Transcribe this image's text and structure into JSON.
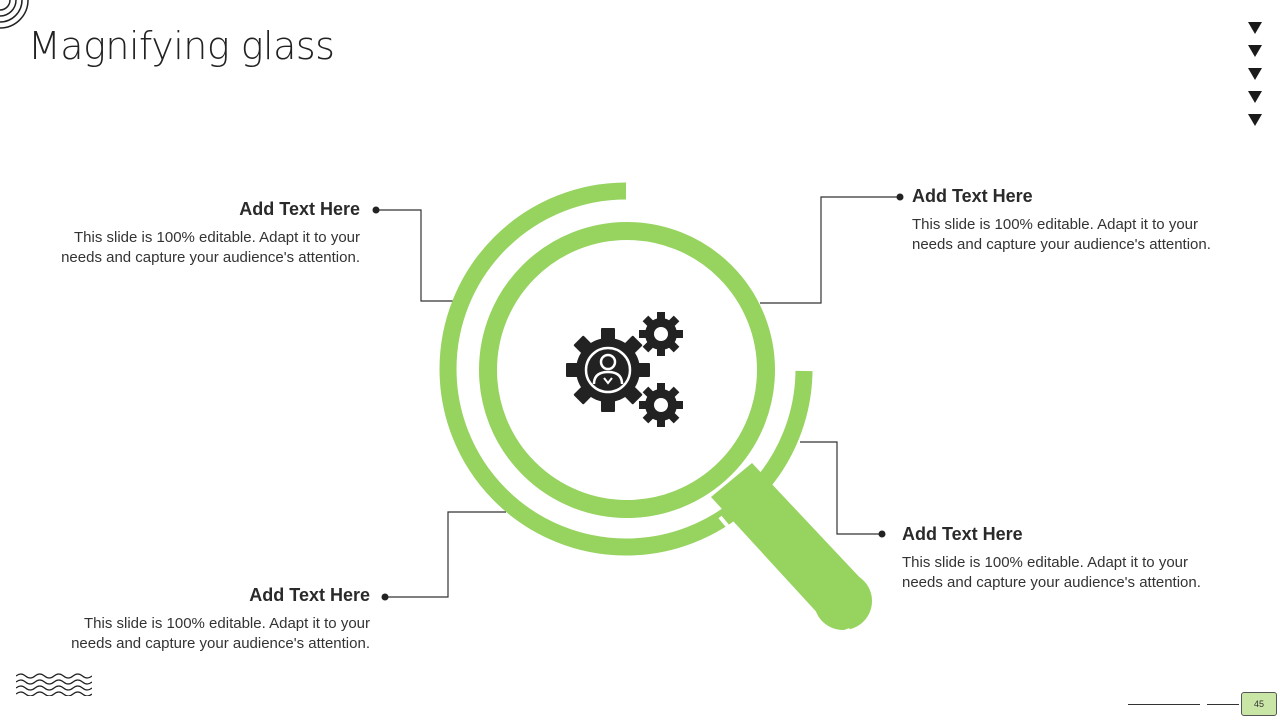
{
  "slide": {
    "title": "Magnifying glass",
    "page_number": "45"
  },
  "callouts": [
    {
      "heading": "Add Text Here",
      "body": "This slide is 100% editable. Adapt it to your needs and capture your audience's attention."
    },
    {
      "heading": "Add Text Here",
      "body": "This slide is 100% editable. Adapt it to your needs and capture your audience's attention."
    },
    {
      "heading": "Add Text Here",
      "body": "This slide is 100% editable. Adapt it to your needs and capture your audience's attention."
    },
    {
      "heading": "Add Text Here",
      "body": "This slide is 100% editable. Adapt it to your needs and capture your audience's attention."
    }
  ],
  "colors": {
    "accent": "#96d35f",
    "dark": "#222222"
  },
  "icons": {
    "center": "gears-person-icon",
    "nav": "triangle-down-icon",
    "decor_top": "concentric-arcs-icon",
    "decor_bottom": "wavy-lines-icon"
  }
}
